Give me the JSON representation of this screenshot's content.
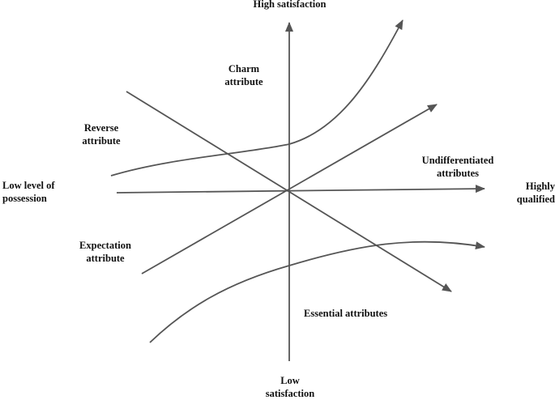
{
  "labels": {
    "high_satisfaction": "High satisfaction",
    "low_satisfaction": "Low\nsatisfaction",
    "low_possession": "Low level of\npossession",
    "highly_qualified": "Highly\nqualified",
    "charm_attribute": "Charm\nattribute",
    "reverse_attribute": "Reverse\nattribute",
    "undifferentiated_attributes": "Undifferentiated\nattributes",
    "expectation_attribute": "Expectation\nattribute",
    "essential_attributes": "Essential attributes"
  },
  "colors": {
    "line": "#555555",
    "text": "#111111"
  }
}
